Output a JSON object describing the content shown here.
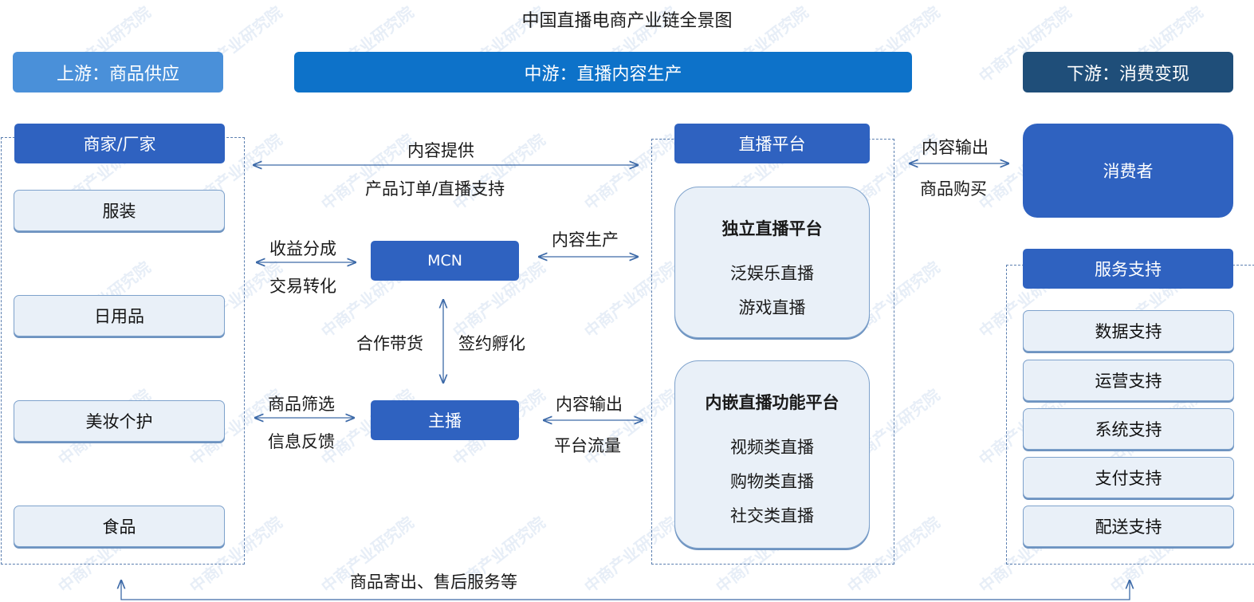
{
  "title": "中国直播电商产业链全景图",
  "stages": {
    "upstream": "上游：商品供应",
    "midstream": "中游：直播内容生产",
    "downstream": "下游：消费变现"
  },
  "merchants": {
    "title": "商家/厂家",
    "items": [
      "服装",
      "日用品",
      "美妆个护",
      "食品"
    ]
  },
  "center": {
    "mcn": "MCN",
    "anchor": "主播"
  },
  "platform": {
    "title": "直播平台",
    "independent": {
      "title": "独立直播平台",
      "items": [
        "泛娱乐直播",
        "游戏直播"
      ]
    },
    "embedded": {
      "title": "内嵌直播功能平台",
      "items": [
        "视频类直播",
        "购物类直播",
        "社交类直播"
      ]
    }
  },
  "consumer": "消费者",
  "services": {
    "title": "服务支持",
    "items": [
      "数据支持",
      "运营支持",
      "系统支持",
      "支付支持",
      "配送支持"
    ]
  },
  "flows": {
    "content_provide": "内容提供",
    "order_support": "产品订单/直播支持",
    "revenue_share": "收益分成",
    "trade_convert": "交易转化",
    "content_produce": "内容生产",
    "cooperate_sell": "合作带货",
    "sign_incubate": "签约孵化",
    "product_select": "商品筛选",
    "info_feedback": "信息反馈",
    "content_output": "内容输出",
    "platform_traffic": "平台流量",
    "consumer_output": "内容输出",
    "consumer_buy": "商品购买",
    "shipping": "商品寄出、售后服务等"
  },
  "watermark": "中商产业研究院"
}
